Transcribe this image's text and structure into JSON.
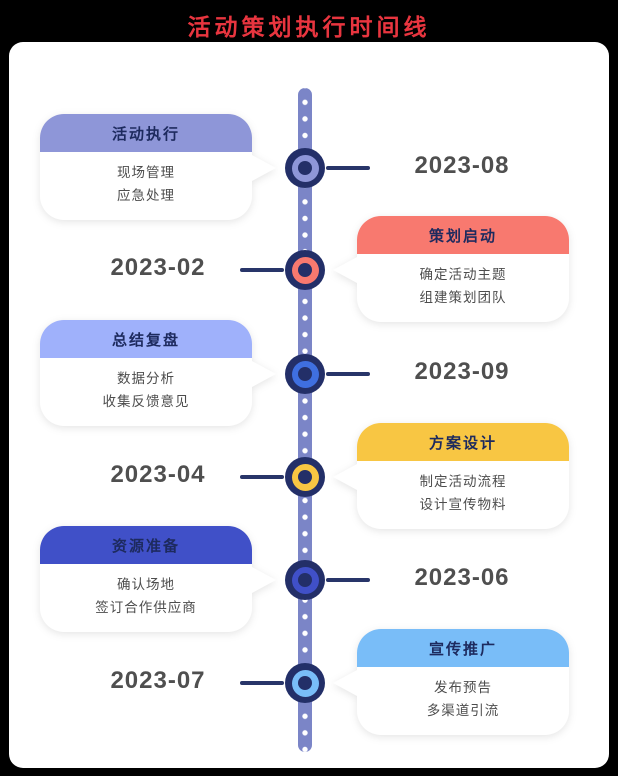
{
  "title": "活动策划执行时间线",
  "timeline": {
    "items": [
      {
        "side": "left",
        "date": "2023-08",
        "title": "活动执行",
        "details": [
          "现场管理",
          "应急处理"
        ],
        "color": "#8e96d8",
        "node_color": "#8e96d8"
      },
      {
        "side": "right",
        "date": "2023-02",
        "title": "策划启动",
        "details": [
          "确定活动主题",
          "组建策划团队"
        ],
        "color": "#f8796f",
        "node_color": "#f8796f"
      },
      {
        "side": "left",
        "date": "2023-09",
        "title": "总结复盘",
        "details": [
          "数据分析",
          "收集反馈意见"
        ],
        "color": "#9fb1fb",
        "node_color": "#3f6fe0"
      },
      {
        "side": "right",
        "date": "2023-04",
        "title": "方案设计",
        "details": [
          "制定活动流程",
          "设计宣传物料"
        ],
        "color": "#f8c643",
        "node_color": "#f8c643"
      },
      {
        "side": "left",
        "date": "2023-06",
        "title": "资源准备",
        "details": [
          "确认场地",
          "签订合作供应商"
        ],
        "color": "#4050c8",
        "node_color": "#4050c8"
      },
      {
        "side": "right",
        "date": "2023-07",
        "title": "宣传推广",
        "details": [
          "发布预告",
          "多渠道引流"
        ],
        "color": "#79bdf8",
        "node_color": "#79bdf8"
      }
    ]
  },
  "colors": {
    "title": "#e8353f",
    "spine": "#7b85c7",
    "node_ring": "#232f68",
    "connector": "#283569",
    "date_text": "#4f4f4f",
    "header_text": "#1d2a5e",
    "body_text": "#4d4d4d",
    "panel_bg": "#ffffff",
    "page_bg": "#000000"
  }
}
